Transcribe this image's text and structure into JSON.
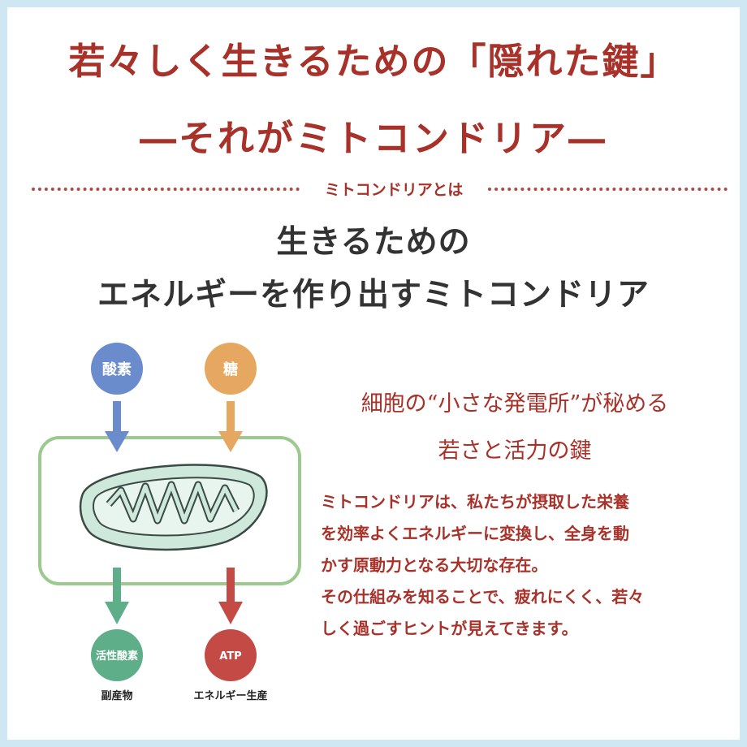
{
  "title": {
    "line1": "若々しく生きるための「隠れた鍵」",
    "line2": "―それがミトコンドリア―"
  },
  "section_label": "ミトコンドリアとは",
  "subtitle": {
    "line1": "生きるための",
    "line2": "エネルギーを作り出すミトコンドリア"
  },
  "diagram": {
    "inputs": [
      {
        "label": "酸素",
        "color": "#6b8ccc"
      },
      {
        "label": "糖",
        "color": "#e6a760"
      }
    ],
    "outputs": [
      {
        "label": "活性酸素",
        "caption": "副産物",
        "color": "#5fae8a"
      },
      {
        "label": "ATP",
        "caption": "エネルギー生産",
        "color": "#c34a45"
      }
    ],
    "frame_color": "#9cc98e",
    "mito_color": "#cfe8dc"
  },
  "lead": {
    "line1": "細胞の“小さな発電所”が秘める",
    "line2": "若さと活力の鍵"
  },
  "body_lines": [
    "ミトコンドリアは、私たちが摂取した栄養",
    "を効率よくエネルギーに変換し、全身を動",
    "かす原動力となる大切な存在。",
    "その仕組みを知ることで、疲れにくく、若々",
    "しく過ごすヒントが見えてきます。"
  ]
}
